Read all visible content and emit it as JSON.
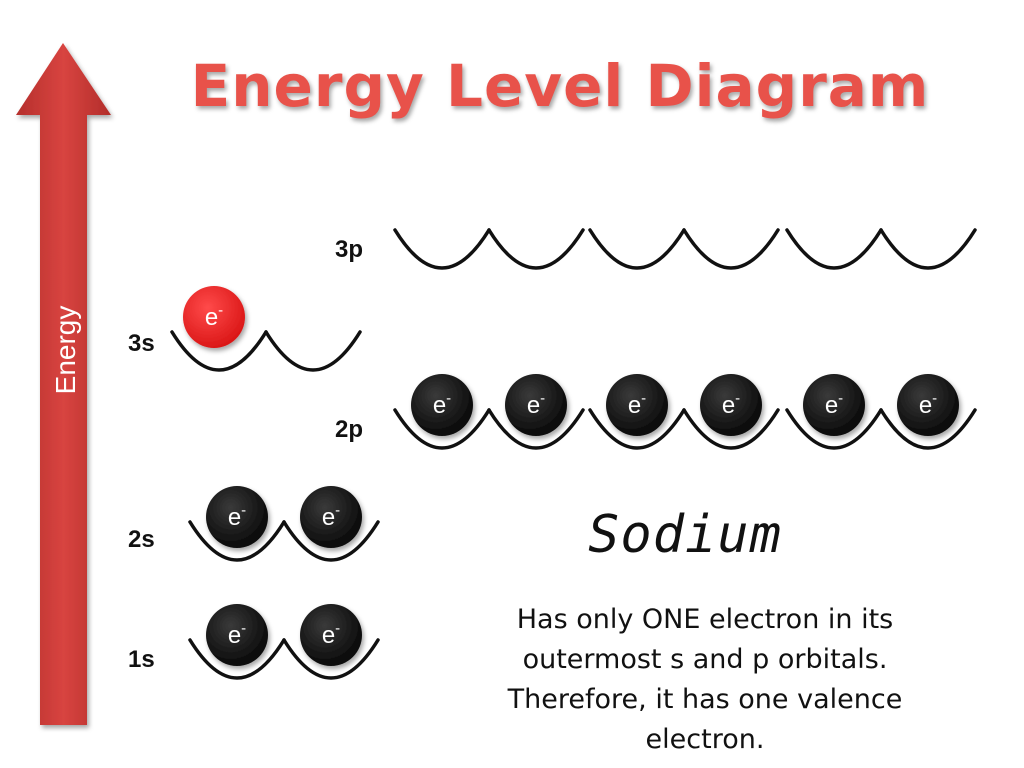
{
  "title": "Energy Level Diagram",
  "axis_label": "Energy",
  "element": "Sodium",
  "description": "Has only ONE electron in its outermost  s and p orbitals. Therefore, it has one valence electron.",
  "electron_symbol": "e",
  "electron_charge": "-",
  "colors": {
    "arrow": "#c93a37",
    "title": "#e8524a",
    "electron_filled": "#111111",
    "electron_valence": "#e62020"
  },
  "levels": [
    {
      "label": "1s",
      "orbitals": 1,
      "electrons": [
        2
      ]
    },
    {
      "label": "2s",
      "orbitals": 1,
      "electrons": [
        2
      ]
    },
    {
      "label": "2p",
      "orbitals": 3,
      "electrons": [
        2,
        2,
        2
      ]
    },
    {
      "label": "3s",
      "orbitals": 1,
      "electrons": [
        1
      ],
      "valence": true
    },
    {
      "label": "3p",
      "orbitals": 3,
      "electrons": [
        0,
        0,
        0
      ]
    }
  ]
}
